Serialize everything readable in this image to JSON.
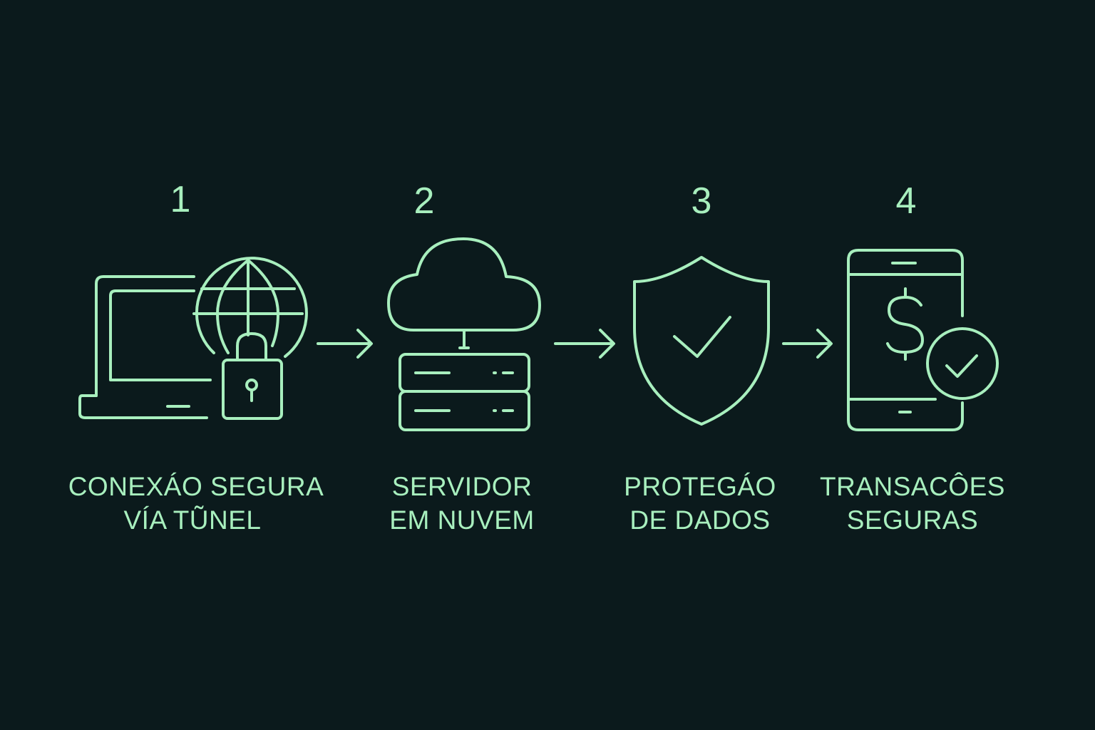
{
  "colors": {
    "background": "#0b1a1c",
    "accent": "#a8efbe"
  },
  "steps": [
    {
      "number": "1",
      "label_line1": "CONEXÁO SEGURA",
      "label_line2": "VÍA TŨNEL",
      "icons": [
        "laptop-icon",
        "globe-icon",
        "padlock-icon"
      ]
    },
    {
      "number": "2",
      "label_line1": "SERVIDOR",
      "label_line2": "EM NUVEM",
      "icons": [
        "cloud-icon",
        "server-icon"
      ]
    },
    {
      "number": "3",
      "label_line1": "PROTEGÁO",
      "label_line2": "DE DADOS",
      "icons": [
        "shield-check-icon"
      ]
    },
    {
      "number": "4",
      "label_line1": "TRANSACÔES",
      "label_line2": "SEGURAS",
      "icons": [
        "smartphone-icon",
        "dollar-icon",
        "check-circle-icon"
      ]
    }
  ],
  "connectors": [
    "arrow-right-icon",
    "arrow-right-icon",
    "arrow-right-icon"
  ]
}
